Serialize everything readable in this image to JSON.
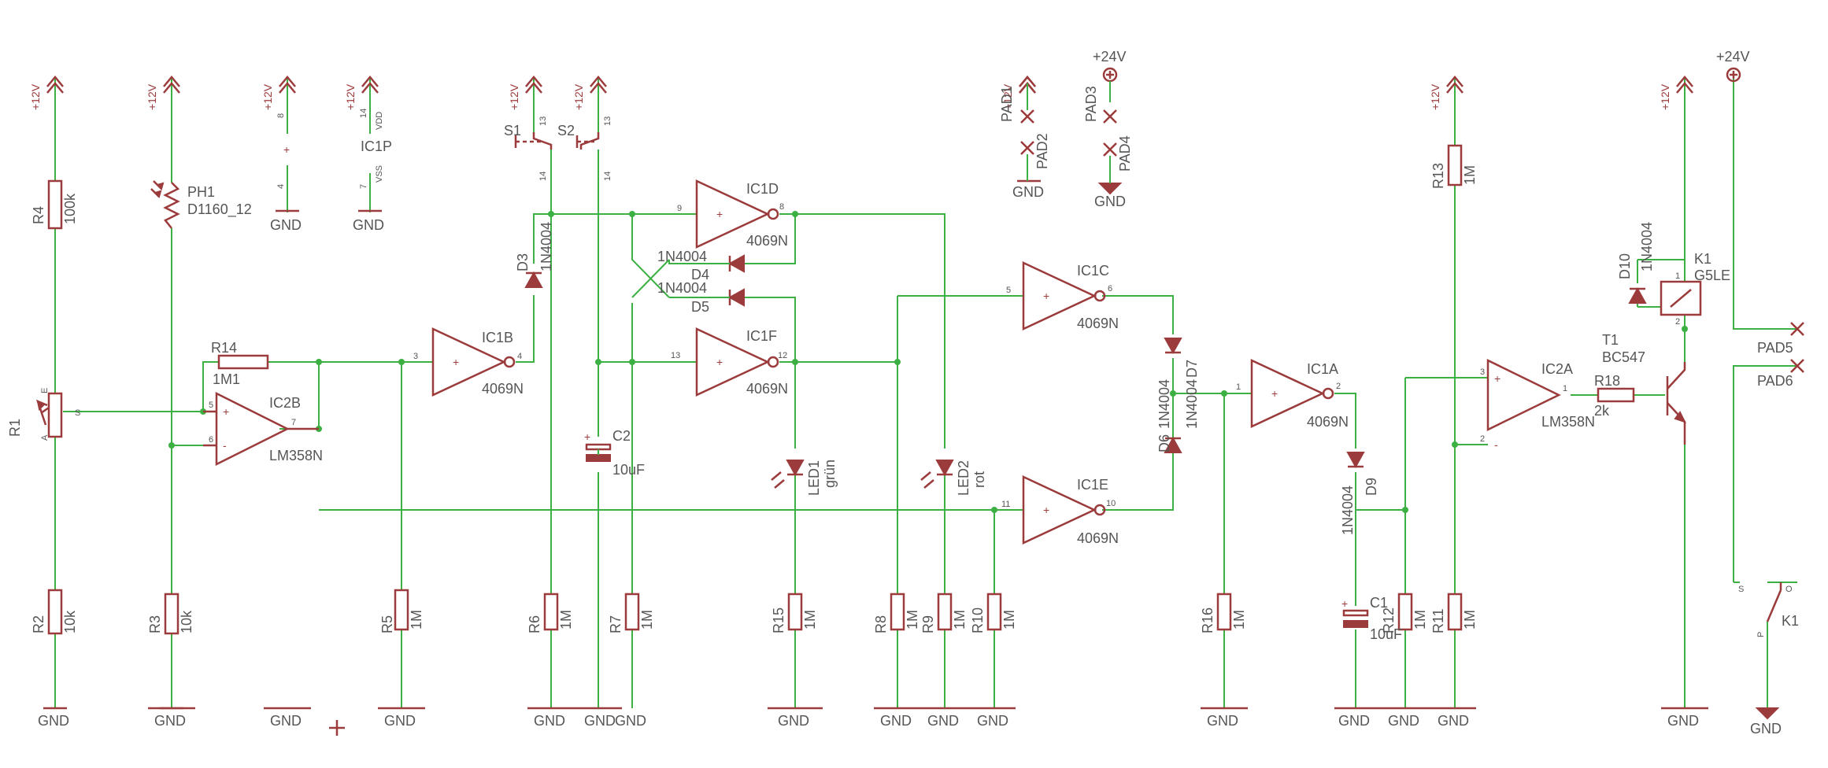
{
  "power": {
    "v12": "+12V",
    "v24": "+24V",
    "gnd": "GND"
  },
  "pinlabels": {
    "vdd": "VDD",
    "vss": "VSS",
    "plus": "+",
    "minus": "-",
    "s": "S",
    "a": "A",
    "e": "E",
    "o": "O",
    "p": "P"
  },
  "resistors": {
    "r1": "R1",
    "r2": "R2",
    "r3": "R3",
    "r4": "R4",
    "r5": "R5",
    "r6": "R6",
    "r7": "R7",
    "r8": "R8",
    "r9": "R9",
    "r10": "R10",
    "r11": "R11",
    "r12": "R12",
    "r13": "R13",
    "r14": "R14",
    "r15": "R15",
    "r16": "R16",
    "r18": "R18",
    "v100k": "100k",
    "v10k": "10k",
    "v1m": "1M",
    "v1m1": "1M1",
    "v2k": "2k"
  },
  "ics": {
    "ic1a": "IC1A",
    "ic1b": "IC1B",
    "ic1c": "IC1C",
    "ic1d": "IC1D",
    "ic1e": "IC1E",
    "ic1f": "IC1F",
    "ic1p": "IC1P",
    "ic2a": "IC2A",
    "ic2b": "IC2B",
    "inv": "4069N",
    "opamp": "LM358N"
  },
  "diodes": {
    "d3": "D3",
    "d4": "D4",
    "d5": "D5",
    "d6": "D6",
    "d7": "D7",
    "d9": "D9",
    "d10": "D10",
    "type": "1N4004"
  },
  "leds": {
    "led1": "LED1",
    "led1c": "grün",
    "led2": "LED2",
    "led2c": "rot"
  },
  "caps": {
    "c1": "C1",
    "c2": "C2",
    "v10uf": "10uF"
  },
  "misc": {
    "ph1": "PH1",
    "ph1v": "D1160_12",
    "s1": "S1",
    "s2": "S2",
    "t1": "T1",
    "t1v": "BC547",
    "k1": "K1",
    "k1v": "G5LE"
  },
  "pads": {
    "pad1": "PAD1",
    "pad2": "PAD2",
    "pad3": "PAD3",
    "pad4": "PAD4",
    "pad5": "PAD5",
    "pad6": "PAD6"
  },
  "pins": {
    "p1": "1",
    "p2": "2",
    "p3": "3",
    "p4": "4",
    "p5": "5",
    "p6": "6",
    "p7": "7",
    "p8": "8",
    "p9": "9",
    "p10": "10",
    "p11": "11",
    "p12": "12",
    "p13": "13",
    "p14": "14"
  }
}
